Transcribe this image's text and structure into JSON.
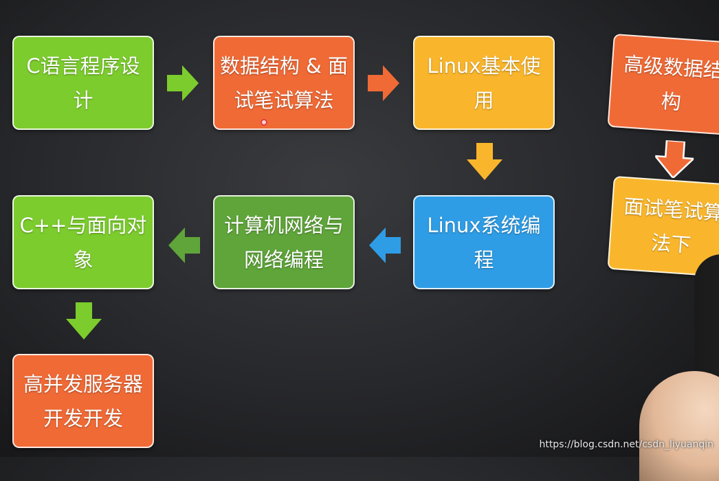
{
  "colors": {
    "green": "#7ccc2e",
    "orange": "#f06a36",
    "yellow": "#f9b62c",
    "blue": "#2f9de6",
    "dark_green": "#5fa53a"
  },
  "nodes": {
    "c_lang": "C语言程序设计",
    "ds_algo": "数据结构 & 面试笔试算法",
    "linux_basic": "Linux基本使用",
    "linux_sys": "Linux系统编程",
    "network": "计算机网络与网络编程",
    "cpp_oop": "C++与面向对象",
    "server_dev": "高并发服务器开发开发",
    "adv_ds": "高级数据结构",
    "interview_algo2": "面试笔试算法下"
  },
  "watermark": "https://blog.csdn.net/csdn_liyuanqin"
}
